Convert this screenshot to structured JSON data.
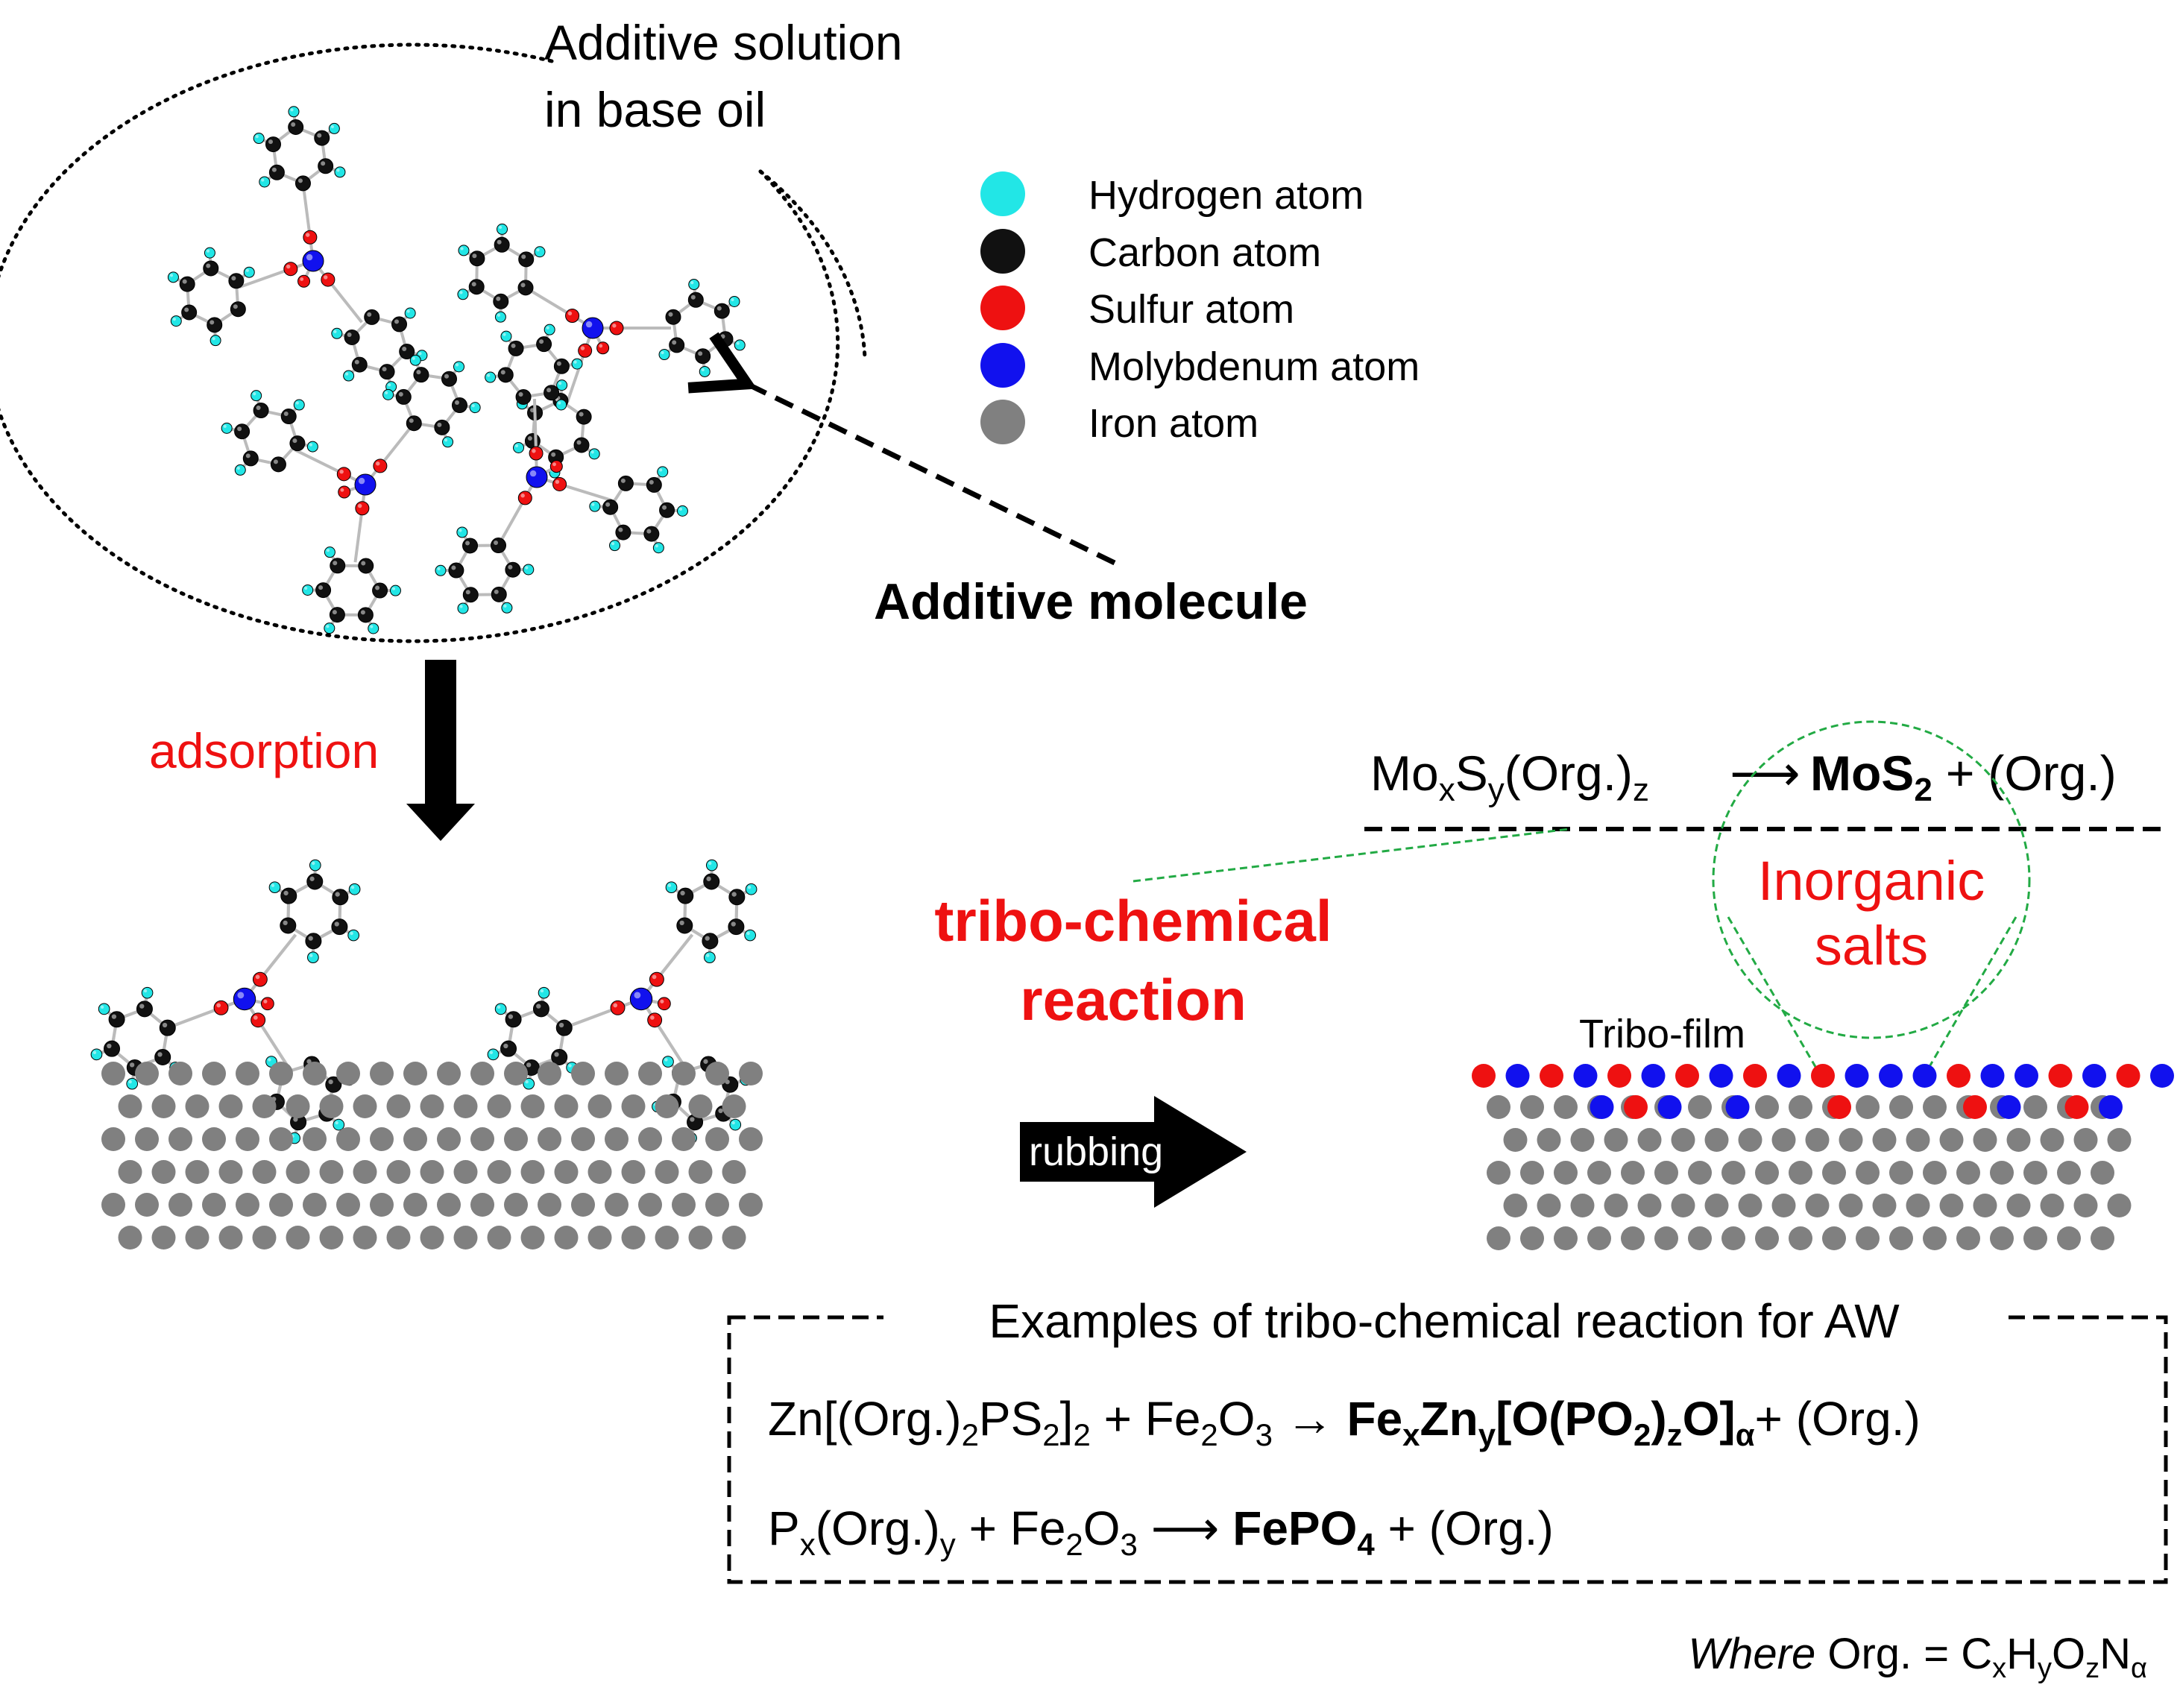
{
  "solution_label_line1": "Additive solution",
  "solution_label_line2": "in base oil",
  "additive_molecule_label": "Additive molecule",
  "adsorption_label": "adsorption",
  "tribo_label_line1": "tribo-chemical",
  "tribo_label_line2": "reaction",
  "rubbing_label": "rubbing",
  "tribofilm_label": "Tribo-film",
  "inorganic_line1": "Inorganic",
  "inorganic_line2": "salts",
  "legend": [
    {
      "label": "Hydrogen atom",
      "color": "#22e6e6"
    },
    {
      "label": "Carbon atom",
      "color": "#111111"
    },
    {
      "label": "Sulfur atom",
      "color": "#ee1111"
    },
    {
      "label": "Molybdenum atom",
      "color": "#1111ee"
    },
    {
      "label": "Iron atom",
      "color": "#808080"
    }
  ],
  "mos2_equation": {
    "mo": "Mo",
    "x": "x",
    "s": "S",
    "y": "y",
    "org": "(Org.)",
    "z": "z",
    "arrow": "⟶",
    "product_main": "MoS",
    "product_sub": "2",
    "plus": "+",
    "org2": "(Org.)"
  },
  "examples_box": {
    "title": "Examples of tribo-chemical reaction for AW",
    "eq1": {
      "a": "Zn[(Org.)",
      "a_sub": "2",
      "b": "PS",
      "b_sub": "2",
      "c": "]",
      "c_sub": "2",
      "d": " + Fe",
      "d_sub": "2",
      "e": "O",
      "e_sub": "3",
      "arrow": " → ",
      "p1": "Fe",
      "p1_sub": "x",
      "p2": "Zn",
      "p2_sub": "y",
      "p3": "[O(PO",
      "p3_sub": "2",
      "p4": ")",
      "p4_sub": "z",
      "p5": "O]",
      "p5_sub": "α",
      "tail": "+ (Org.)"
    },
    "eq2": {
      "a": "P",
      "a_sub": "x",
      "b": "(Org.)",
      "b_sub": "y",
      "c": " + Fe",
      "c_sub": "2",
      "d": "O",
      "d_sub": "3",
      "arrow": " ⟶  ",
      "p": "FePO",
      "p_sub": "4",
      "tail": " + (Org.)"
    }
  },
  "footnote": {
    "where": "Where",
    "org": " Org. = C",
    "x": "x",
    "h": "H",
    "y": "y",
    "o": "O",
    "z": "z",
    "n": "N",
    "a": "α"
  }
}
